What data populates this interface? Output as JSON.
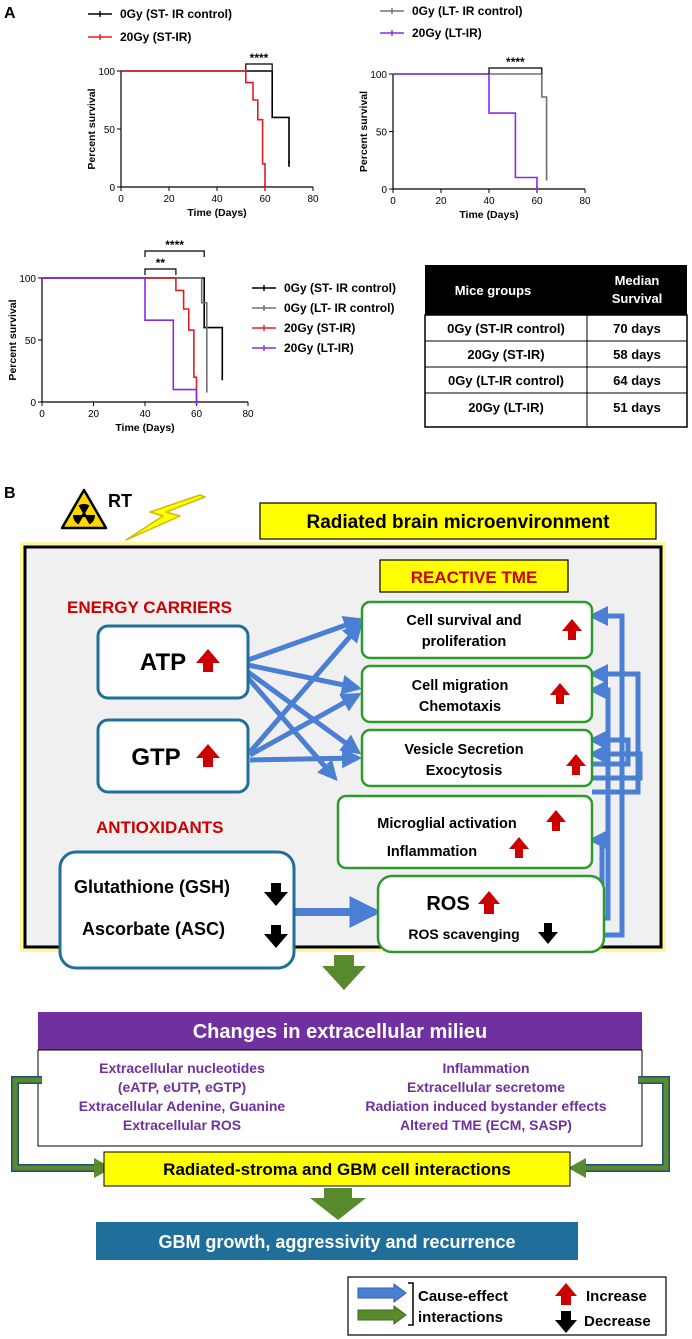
{
  "panel_a": {
    "label": "A",
    "table": {
      "headers": [
        "Mice groups",
        "Median Survival"
      ],
      "rows": [
        [
          "0Gy (ST-IR control)",
          "70 days"
        ],
        [
          "20Gy (ST-IR)",
          "58 days"
        ],
        [
          "0Gy (LT-IR control)",
          "64 days"
        ],
        [
          "20Gy (LT-IR)",
          "51 days"
        ]
      ]
    },
    "combined_legend": [
      "0Gy (ST- IR control)",
      "0Gy (LT- IR control)",
      "20Gy (ST-IR)",
      "20Gy (LT-IR)"
    ]
  },
  "chart_data": [
    {
      "type": "line",
      "xlabel": "Time (Days)",
      "ylabel": "Percent survival",
      "xlim": [
        0,
        80
      ],
      "ylim": [
        0,
        100
      ],
      "xticks": [
        0,
        20,
        40,
        60,
        80
      ],
      "yticks": [
        0,
        50,
        100
      ],
      "legend": "top-left",
      "annotations": [
        {
          "text": "****",
          "x1": 52,
          "x2": 63
        }
      ],
      "series": [
        {
          "name": "0Gy (ST- IR control)",
          "color": "#000000",
          "points": [
            [
              0,
              100
            ],
            [
              63,
              100
            ],
            [
              63,
              60
            ],
            [
              70,
              60
            ],
            [
              70,
              20
            ]
          ]
        },
        {
          "name": "20Gy (ST-IR)",
          "color": "#e02020",
          "points": [
            [
              0,
              100
            ],
            [
              52,
              100
            ],
            [
              52,
              90
            ],
            [
              55,
              90
            ],
            [
              55,
              75
            ],
            [
              57,
              75
            ],
            [
              57,
              58
            ],
            [
              59,
              58
            ],
            [
              59,
              20
            ],
            [
              60,
              20
            ],
            [
              60,
              0
            ]
          ]
        }
      ]
    },
    {
      "type": "line",
      "xlabel": "Time (Days)",
      "ylabel": "Percent survival",
      "xlim": [
        0,
        80
      ],
      "ylim": [
        0,
        100
      ],
      "xticks": [
        0,
        20,
        40,
        60,
        80
      ],
      "yticks": [
        0,
        50,
        100
      ],
      "legend": "top-left",
      "annotations": [
        {
          "text": "****",
          "x1": 40,
          "x2": 62
        }
      ],
      "series": [
        {
          "name": "0Gy (LT- IR control)",
          "color": "#707070",
          "points": [
            [
              0,
              100
            ],
            [
              62,
              100
            ],
            [
              62,
              80
            ],
            [
              64,
              80
            ],
            [
              64,
              10
            ]
          ]
        },
        {
          "name": "20Gy (LT-IR)",
          "color": "#8a2be2",
          "points": [
            [
              0,
              100
            ],
            [
              40,
              100
            ],
            [
              40,
              66
            ],
            [
              46,
              66
            ],
            [
              46,
              66
            ],
            [
              51,
              66
            ],
            [
              51,
              10
            ],
            [
              60,
              10
            ],
            [
              60,
              0
            ]
          ]
        }
      ]
    },
    {
      "type": "line",
      "xlabel": "Time (Days)",
      "ylabel": "Percent survival",
      "xlim": [
        0,
        80
      ],
      "ylim": [
        0,
        100
      ],
      "xticks": [
        0,
        20,
        40,
        60,
        80
      ],
      "yticks": [
        0,
        50,
        100
      ],
      "legend": "right",
      "annotations": [
        {
          "text": "**",
          "x1": 40,
          "x2": 52
        },
        {
          "text": "****",
          "x1": 40,
          "x2": 63
        }
      ],
      "series": [
        {
          "name": "0Gy (ST- IR control)",
          "color": "#000000",
          "points": [
            [
              0,
              100
            ],
            [
              63,
              100
            ],
            [
              63,
              60
            ],
            [
              70,
              60
            ],
            [
              70,
              20
            ]
          ]
        },
        {
          "name": "0Gy (LT- IR control)",
          "color": "#707070",
          "points": [
            [
              0,
              100
            ],
            [
              62,
              100
            ],
            [
              62,
              80
            ],
            [
              64,
              80
            ],
            [
              64,
              10
            ]
          ]
        },
        {
          "name": "20Gy (ST-IR)",
          "color": "#e02020",
          "points": [
            [
              0,
              100
            ],
            [
              52,
              100
            ],
            [
              52,
              90
            ],
            [
              55,
              90
            ],
            [
              55,
              75
            ],
            [
              57,
              75
            ],
            [
              57,
              58
            ],
            [
              59,
              58
            ],
            [
              59,
              20
            ],
            [
              60,
              20
            ],
            [
              60,
              0
            ]
          ]
        },
        {
          "name": "20Gy (LT-IR)",
          "color": "#8a2be2",
          "points": [
            [
              0,
              100
            ],
            [
              40,
              100
            ],
            [
              40,
              66
            ],
            [
              46,
              66
            ],
            [
              51,
              66
            ],
            [
              51,
              10
            ],
            [
              60,
              10
            ],
            [
              60,
              0
            ]
          ]
        }
      ]
    }
  ],
  "panel_b": {
    "label": "B",
    "rt_label": "RT",
    "title_box": "Radiated brain microenvironment",
    "reactive_tme": "REACTIVE TME",
    "energy_carriers": "ENERGY CARRIERS",
    "antioxidants": "ANTIOXIDANTS",
    "atp": "ATP",
    "gtp": "GTP",
    "gsh": "Glutathione (GSH)",
    "asc": "Ascorbate (ASC)",
    "tme_boxes": [
      {
        "line1": "Cell survival and",
        "line2": "proliferation"
      },
      {
        "line1": "Cell migration",
        "line2": "Chemotaxis"
      },
      {
        "line1": "Vesicle Secretion",
        "line2": "Exocytosis"
      },
      {
        "line1": "Microglial activation",
        "line2": "Inflammation"
      }
    ],
    "ros": "ROS",
    "ros_scavenging": "ROS scavenging",
    "milieu_header": "Changes in extracellular milieu",
    "milieu_left": [
      "Extracellular nucleotides",
      "(eATP, eUTP, eGTP)",
      "Extracellular Adenine, Guanine",
      "Extracellular ROS"
    ],
    "milieu_right": [
      "Inflammation",
      "Extracellular secretome",
      "Radiation induced bystander effects",
      "Altered TME (ECM, SASP)"
    ],
    "stroma_box": "Radiated-stroma and GBM cell interactions",
    "gbm_box": "GBM growth, aggressivity and recurrence",
    "legend": {
      "cause1": "Cause-effect",
      "cause2": "interactions",
      "increase": "Increase",
      "decrease": "Decrease"
    },
    "colors": {
      "blue_arrow": "#4a7fd4",
      "green_arrow": "#5a8a2e",
      "red": "#cc0000",
      "purple": "#7030a0",
      "yellow": "#ffff00",
      "teal": "#1f6f9a"
    }
  }
}
